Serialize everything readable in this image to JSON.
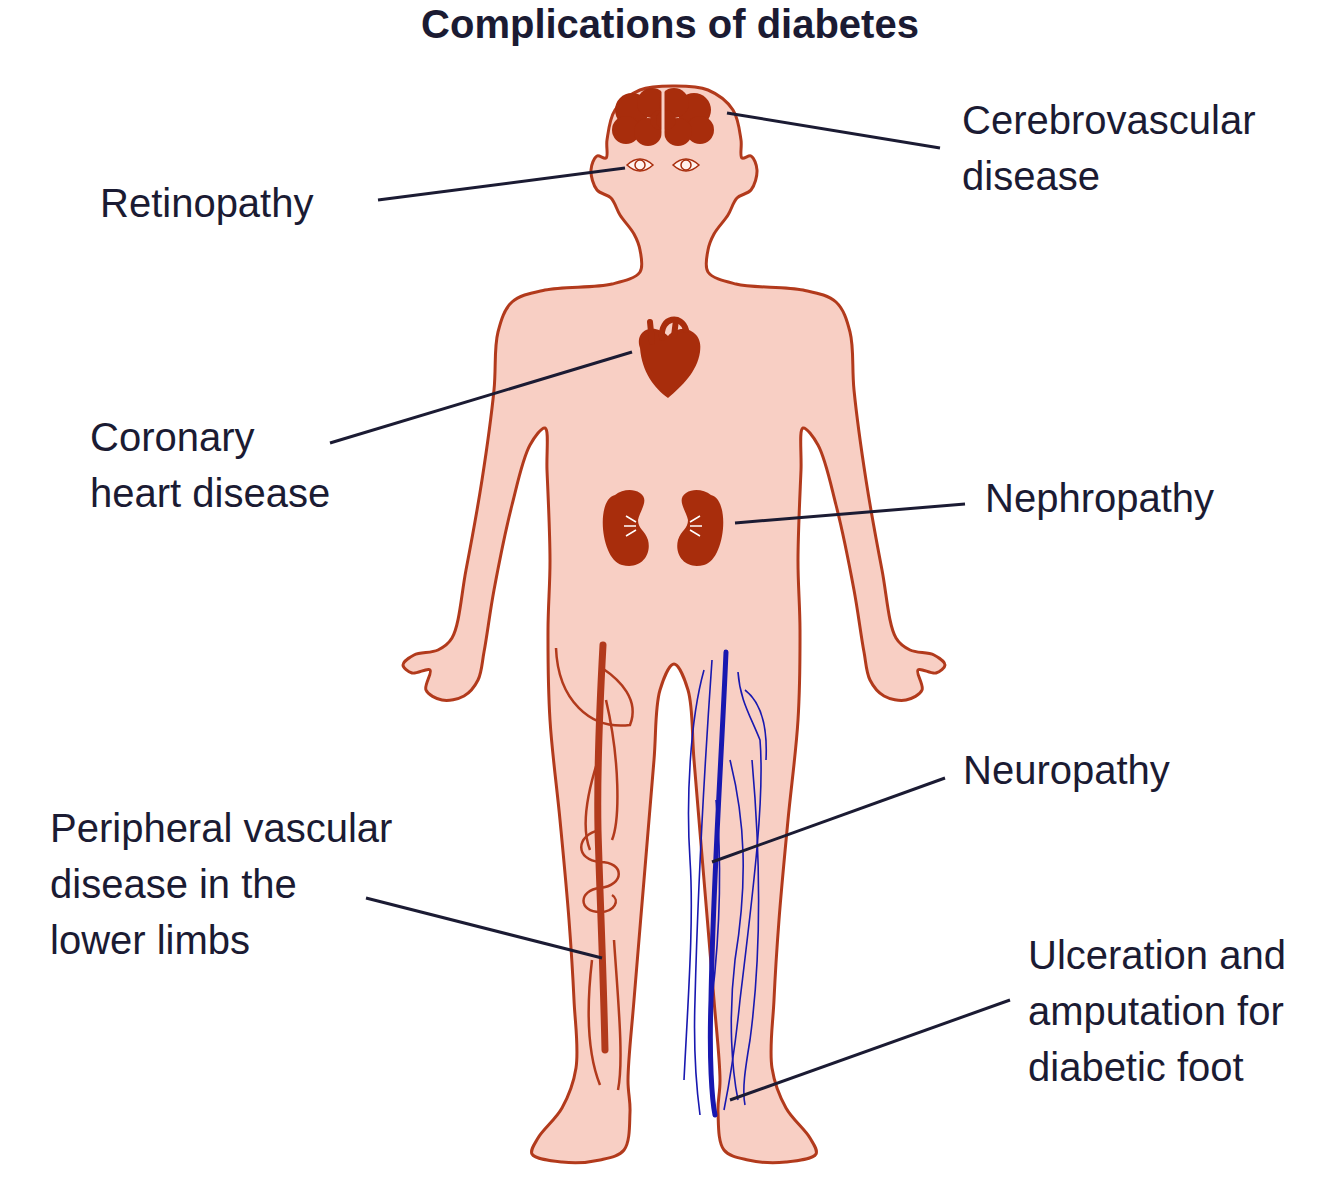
{
  "diagram": {
    "title": "Complications of diabetes",
    "labels": [
      "Cerebrovascular disease",
      "Retinopathy",
      "Coronary heart disease",
      "Nephropathy",
      "Neuropathy",
      "Peripheral vascular disease in the lower limbs",
      "Ulceration and amputation for diabetic foot"
    ]
  }
}
